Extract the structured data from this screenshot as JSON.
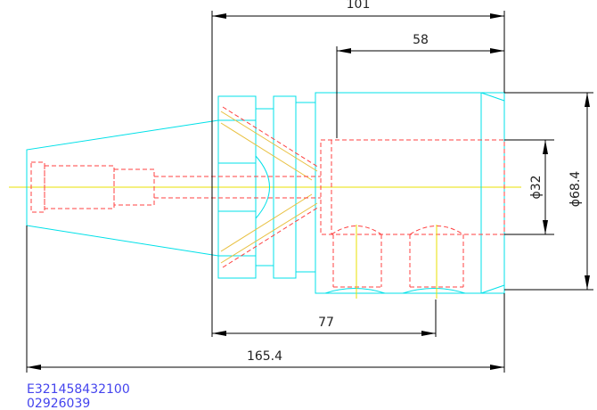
{
  "drawing": {
    "colors": {
      "outline": "#00e0e8",
      "hidden": "#ff4040",
      "centerline": "#e8e000",
      "dimension": "#000000",
      "code_text": "#4444ee"
    },
    "dimensions": {
      "top_length": "101",
      "bore_depth": "58",
      "bore_diameter": "ϕ32",
      "outer_diameter": "ϕ68.4",
      "body_length": "77",
      "overall_length": "165.4"
    },
    "part_codes": {
      "line1": "E321458432100",
      "line2": "02926039"
    }
  }
}
